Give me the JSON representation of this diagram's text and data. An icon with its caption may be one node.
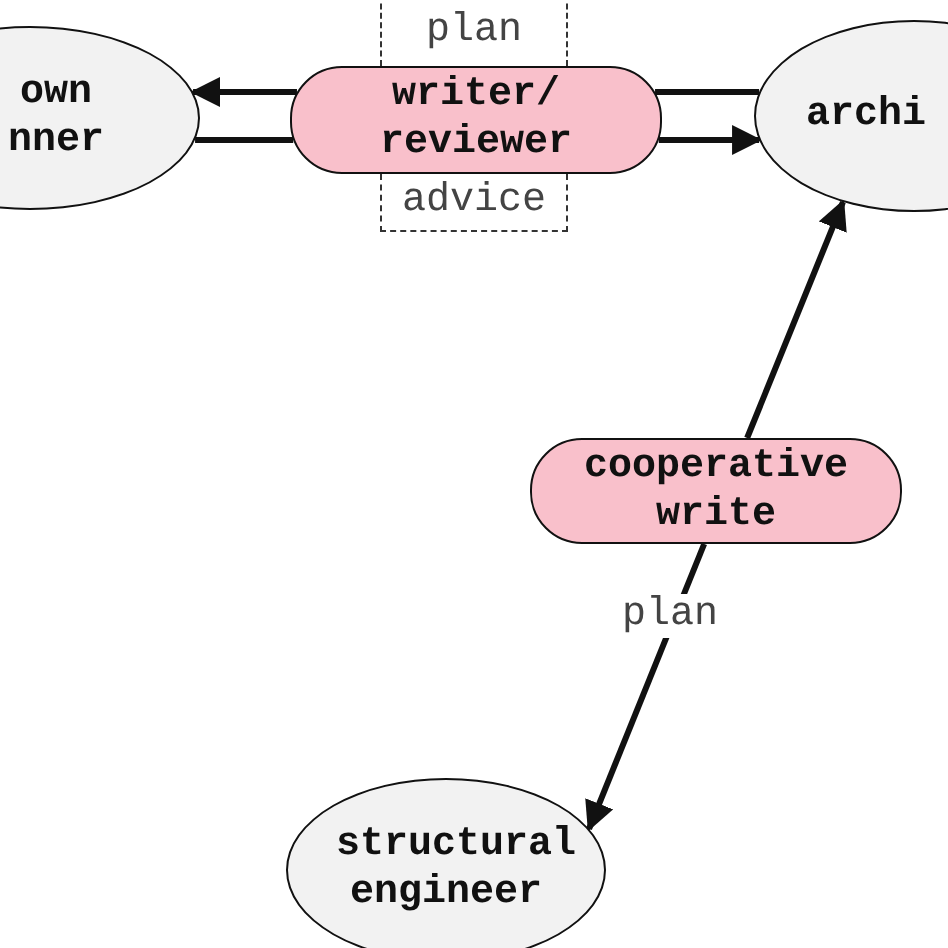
{
  "diagram": {
    "nodes": [
      {
        "text": [
          "own nner"
        ]
      },
      {
        "text": [
          "plan"
        ]
      },
      {
        "text": [
          "advice"
        ]
      },
      {
        "text": [
          "writer/ reviewer"
        ]
      },
      {
        "text": [
          "archi"
        ]
      },
      {
        "text": [
          "cooperative write"
        ]
      },
      {
        "text": [
          "structural engineer"
        ]
      }
    ],
    "edges": [
      {
        "from": 3,
        "to": 0,
        "arrow": "to"
      },
      {
        "from": 0,
        "to": 3,
        "arrow": "none"
      },
      {
        "from": 4,
        "to": 3,
        "arrow": "none"
      },
      {
        "from": 3,
        "to": 4,
        "arrow": "to"
      },
      {
        "from": 5,
        "to": 4,
        "arrow": "to"
      },
      {
        "from": 5,
        "to": 6,
        "arrow": "to",
        "label": "plan"
      }
    ]
  }
}
